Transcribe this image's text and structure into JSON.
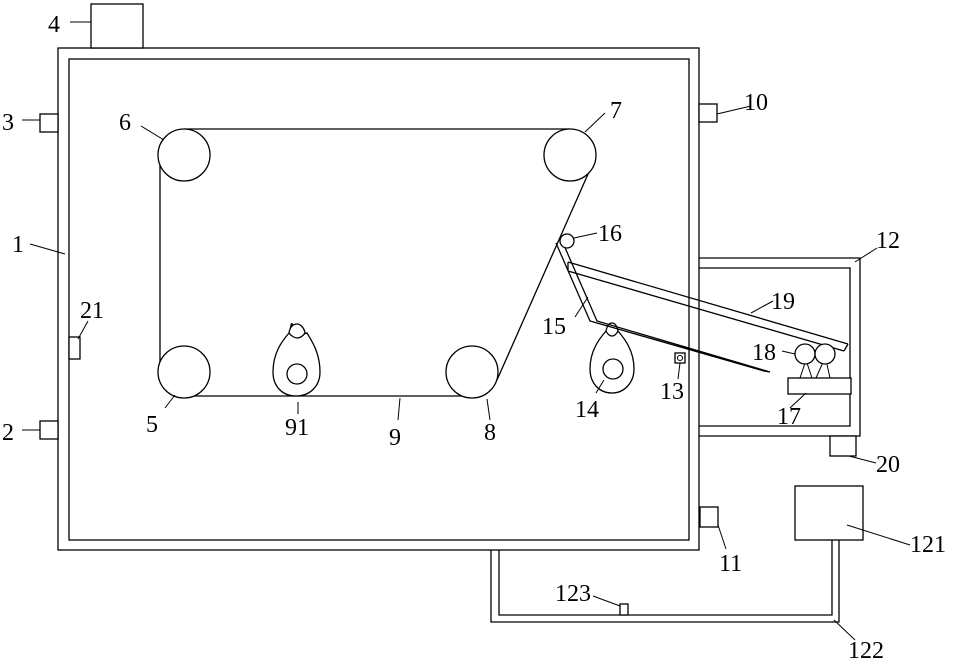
{
  "diagram": {
    "labels": {
      "l1": "1",
      "l2": "2",
      "l3": "3",
      "l4": "4",
      "l5": "5",
      "l6": "6",
      "l7": "7",
      "l8": "8",
      "l9": "9",
      "l91": "91",
      "l10": "10",
      "l11": "11",
      "l12": "12",
      "l121": "121",
      "l122": "122",
      "l123": "123",
      "l13": "13",
      "l14": "14",
      "l15": "15",
      "l16": "16",
      "l17": "17",
      "l18": "18",
      "l19": "19",
      "l20": "20",
      "l21": "21"
    }
  }
}
